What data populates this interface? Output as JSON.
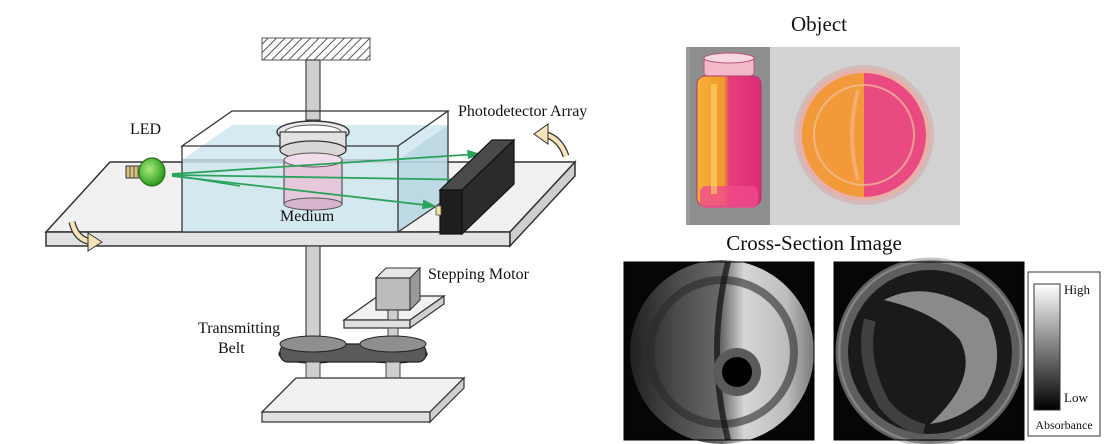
{
  "figure": {
    "labels": {
      "led": "LED",
      "photodetector": "Photodetector Array",
      "medium": "Medium",
      "stepping_motor": "Stepping Motor",
      "belt_line1": "Transmitting",
      "belt_line2": "Belt"
    },
    "object_title": "Object",
    "cross_section_title": "Cross-Section Image",
    "colorbar": {
      "high": "High",
      "low": "Low",
      "caption": "Absorbance"
    }
  },
  "colors": {
    "tank_water": "#cfe6ee",
    "beam": "#2aa35a",
    "led_bulb": "#4fc23a",
    "detector": "#2b2b2b",
    "liquid_orange": "#f29a2e",
    "liquid_pink": "#e6357f"
  },
  "icons": [
    "curved-arrow-icon",
    "led-bulb-icon"
  ]
}
